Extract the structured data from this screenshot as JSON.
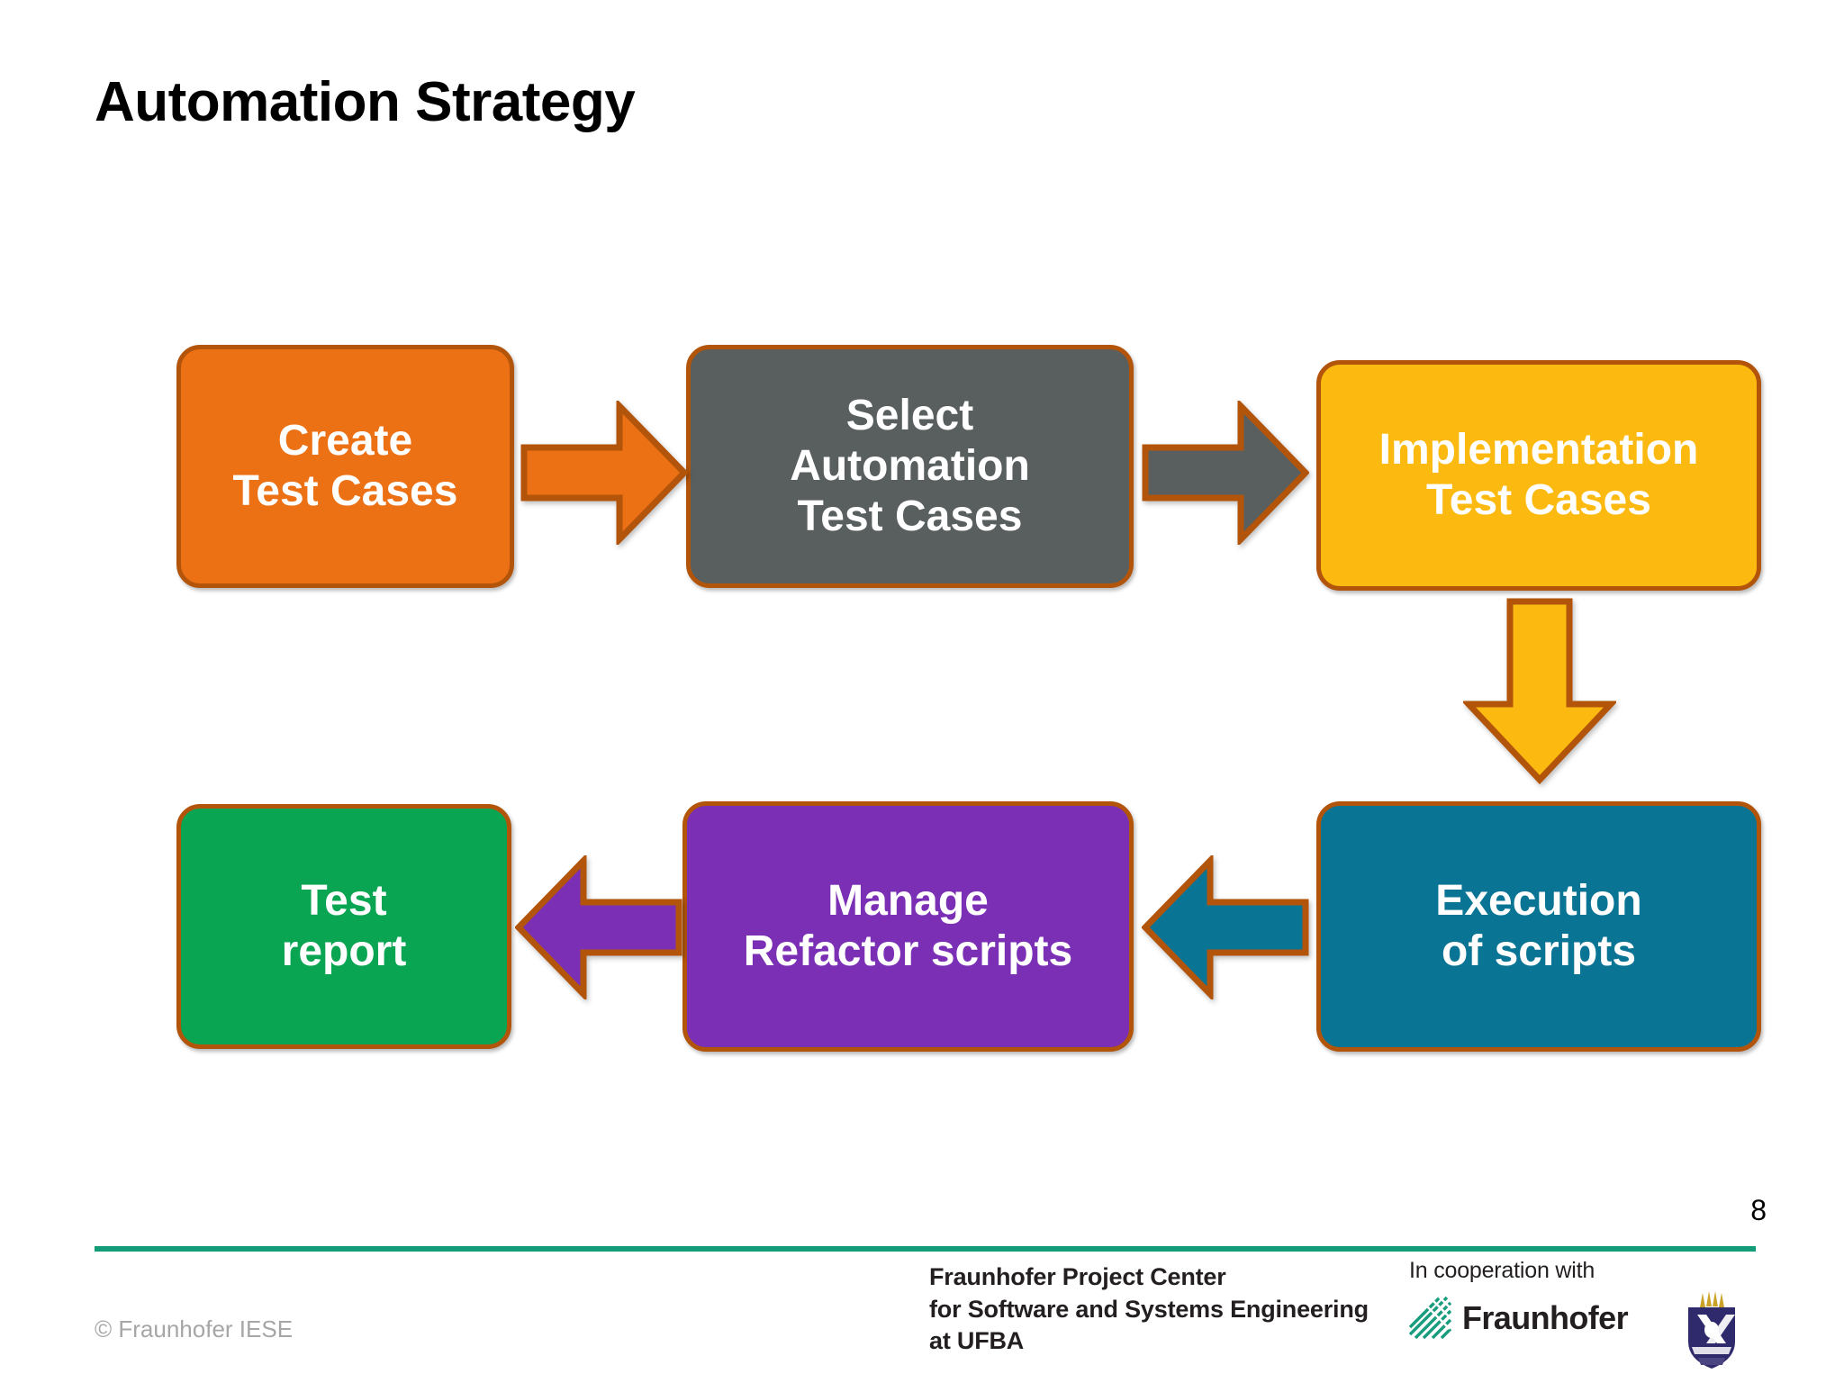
{
  "slide": {
    "title": "Automation Strategy",
    "page_number": "8",
    "copyright": "© Fraunhofer IESE"
  },
  "colors": {
    "node_border": "#B2540A",
    "orange": "#EC7014",
    "gray": "#595F5F",
    "yellow": "#FCBA11",
    "green": "#09A552",
    "purple": "#7B2FB5",
    "teal": "#0A7494",
    "footer_rule": "#149B77",
    "fraunhofer_teal": "#179C7D"
  },
  "chart_data": {
    "type": "diagram",
    "title": "Automation Strategy",
    "layout": "two-row serpentine process flow",
    "nodes": [
      {
        "id": "create",
        "label": "Create\nTest Cases",
        "color": "#EC7014",
        "row": 1,
        "col": 1
      },
      {
        "id": "select",
        "label": "Select\nAutomation\nTest Cases",
        "color": "#595F5F",
        "row": 1,
        "col": 2
      },
      {
        "id": "implementation",
        "label": "Implementation\nTest Cases",
        "color": "#FCBA11",
        "row": 1,
        "col": 3
      },
      {
        "id": "execution",
        "label": "Execution\nof scripts",
        "color": "#0A7494",
        "row": 2,
        "col": 3
      },
      {
        "id": "manage",
        "label": "Manage\nRefactor scripts",
        "color": "#7B2FB5",
        "row": 2,
        "col": 2
      },
      {
        "id": "test-report",
        "label": "Test\nreport",
        "color": "#09A552",
        "row": 2,
        "col": 1
      }
    ],
    "edges": [
      {
        "from": "create",
        "to": "select",
        "direction": "right",
        "color": "#EC7014"
      },
      {
        "from": "select",
        "to": "implementation",
        "direction": "right",
        "color": "#595F5F"
      },
      {
        "from": "implementation",
        "to": "execution",
        "direction": "down",
        "color": "#FCBA11"
      },
      {
        "from": "execution",
        "to": "manage",
        "direction": "left",
        "color": "#0A7494"
      },
      {
        "from": "manage",
        "to": "test-report",
        "direction": "left",
        "color": "#7B2FB5"
      }
    ]
  },
  "nodes": {
    "create": "Create\nTest Cases",
    "select": "Select\nAutomation\nTest Cases",
    "implementation": "Implementation\nTest Cases",
    "execution": "Execution\nof scripts",
    "manage": "Manage\nRefactor scripts",
    "test_report": "Test\nreport"
  },
  "footer": {
    "project_center": "Fraunhofer Project Center\nfor Software and Systems Engineering\nat UFBA",
    "cooperation_label": "In cooperation with",
    "fraunhofer_wordmark": "Fraunhofer"
  }
}
